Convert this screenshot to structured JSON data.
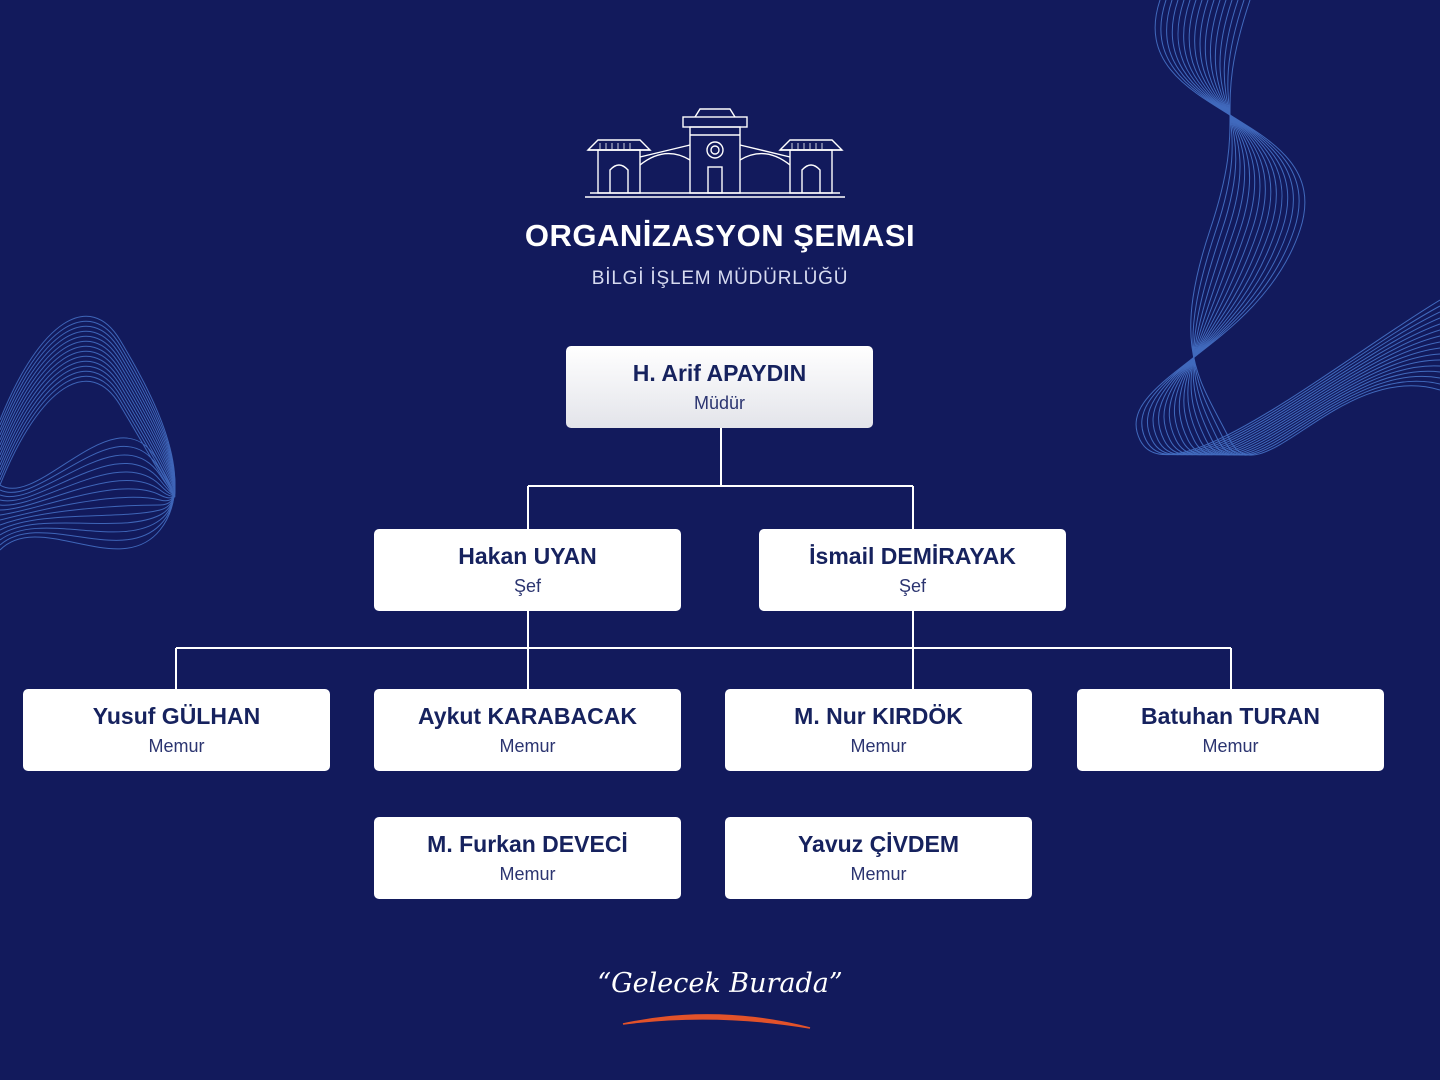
{
  "header": {
    "title": "ORGANİZASYON ŞEMASI",
    "subtitle": "BİLGİ İŞLEM MÜDÜRLÜĞÜ"
  },
  "chart": {
    "director": {
      "name": "H. Arif APAYDIN",
      "role": "Müdür"
    },
    "chiefs": [
      {
        "name": "Hakan UYAN",
        "role": "Şef"
      },
      {
        "name": "İsmail DEMİRAYAK",
        "role": "Şef"
      }
    ],
    "staff": [
      {
        "name": "Yusuf GÜLHAN",
        "role": "Memur"
      },
      {
        "name": "Aykut KARABACAK",
        "role": "Memur"
      },
      {
        "name": "M. Nur KIRDÖK",
        "role": "Memur"
      },
      {
        "name": "Batuhan TURAN",
        "role": "Memur"
      },
      {
        "name": "M. Furkan DEVECİ",
        "role": "Memur"
      },
      {
        "name": "Yavuz ÇİVDEM",
        "role": "Memur"
      }
    ]
  },
  "footer": {
    "slogan": "“Gelecek Burada”"
  },
  "colors": {
    "background": "#121a5c",
    "card": "#ffffff",
    "text_dark": "#16225e",
    "accent_swoosh": "#e2522a",
    "wave": "#3f6fc8"
  }
}
